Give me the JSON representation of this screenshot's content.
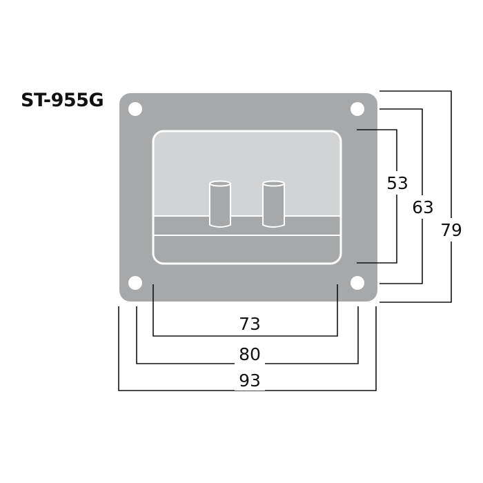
{
  "model": "ST-955G",
  "dimensions": {
    "inner_height": "53",
    "mount_height": "63",
    "outer_height": "79",
    "inner_width": "73",
    "mount_width": "80",
    "outer_width": "93"
  },
  "colors": {
    "plate": "#a7a8aa",
    "recess": "#d2d3d5",
    "line": "#111111"
  }
}
